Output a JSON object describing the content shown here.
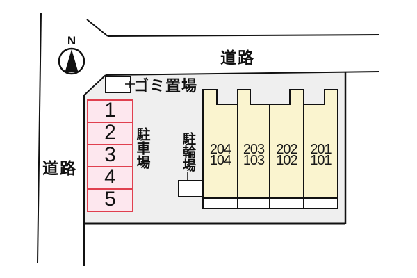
{
  "title": "property site plan",
  "labels": {
    "road_top": "道路",
    "road_left": "道路",
    "garbage": "ゴミ置場",
    "parking_lot": "駐車場",
    "bicycle": "駐輪場",
    "north": "N"
  },
  "parking": {
    "spaces": [
      "1",
      "2",
      "3",
      "4",
      "5"
    ]
  },
  "building": {
    "units": [
      {
        "upper": "204",
        "lower": "104"
      },
      {
        "upper": "203",
        "lower": "103"
      },
      {
        "upper": "202",
        "lower": "102"
      },
      {
        "upper": "201",
        "lower": "101"
      }
    ]
  },
  "colors": {
    "site_fill": "#efefef",
    "building_fill": "#faf4cf",
    "parking_fill": "#fde7ee",
    "parking_border": "#e0404f",
    "line": "#111111",
    "background": "#ffffff"
  }
}
